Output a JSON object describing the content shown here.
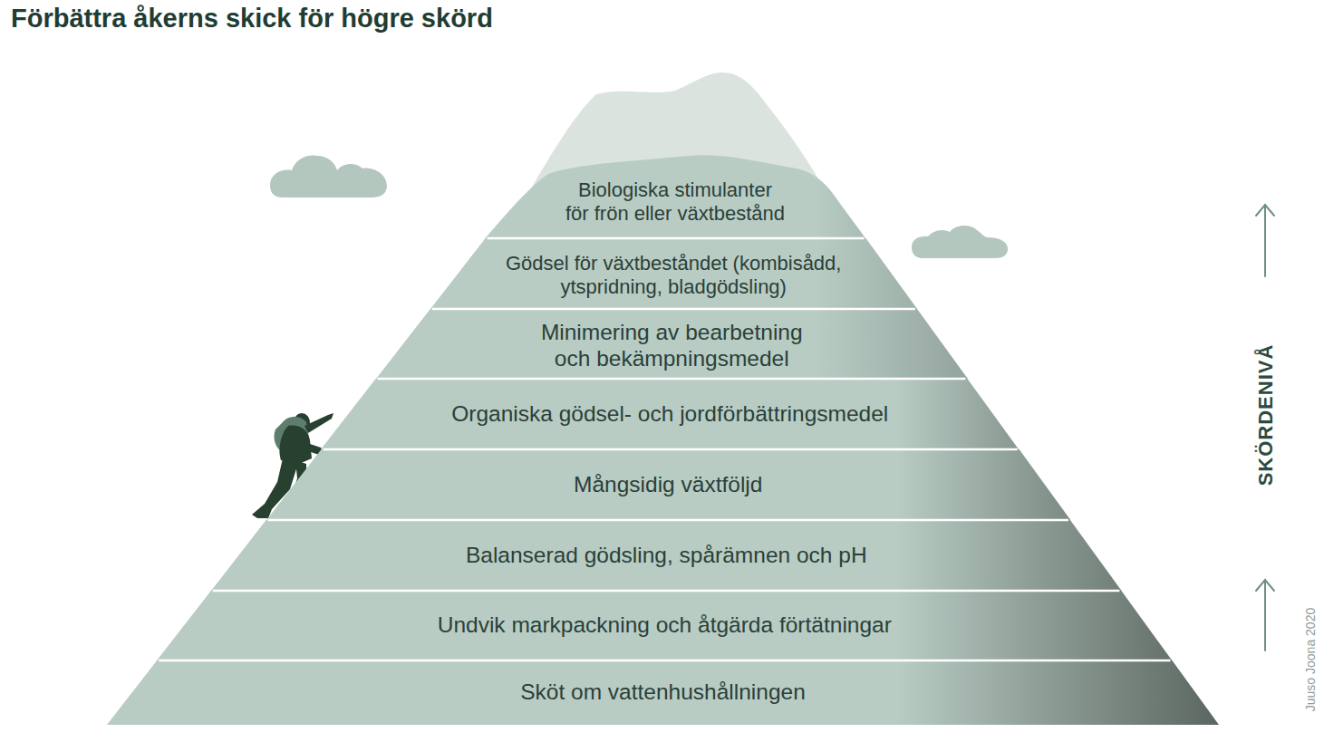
{
  "diagram": {
    "title": "Förbättra åkerns skick för högre skörd",
    "nodes": [
      {
        "text": [
          "Biologiska stimulanter för frön eller växtbestånd"
        ]
      },
      {
        "text": [
          "Gödsel för växtbeståndet (kombisådd, ytspridning, bladgödsling)"
        ]
      },
      {
        "text": [
          "Minimering av bearbetning och bekämpningsmedel"
        ]
      },
      {
        "text": [
          "Organiska gödsel- och jordförbättringsmedel"
        ]
      },
      {
        "text": [
          "Mångsidig växtföljd"
        ]
      },
      {
        "text": [
          "Balanserad gödsling, spårämnen och pH"
        ]
      },
      {
        "text": [
          "Undvik markpackning och åtgärda förtätningar"
        ]
      },
      {
        "text": [
          "Sköt om vattenhushållningen"
        ]
      }
    ],
    "labels": [
      "SKÖRDENIVÅ",
      "Juuso Joona 2020"
    ]
  }
}
